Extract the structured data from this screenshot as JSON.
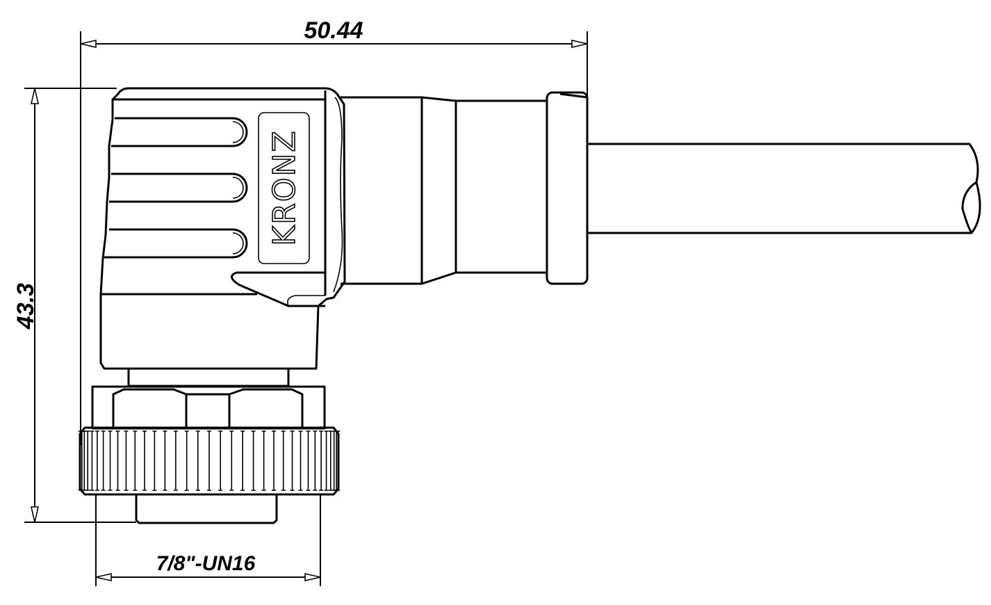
{
  "drawing": {
    "brand_label": "KRONZ",
    "dimensions": {
      "overall_length": "50.44",
      "overall_height": "43.3",
      "thread_spec": "7/8\"-UN16"
    }
  },
  "colors": {
    "line": "#000000",
    "background": "#ffffff"
  }
}
